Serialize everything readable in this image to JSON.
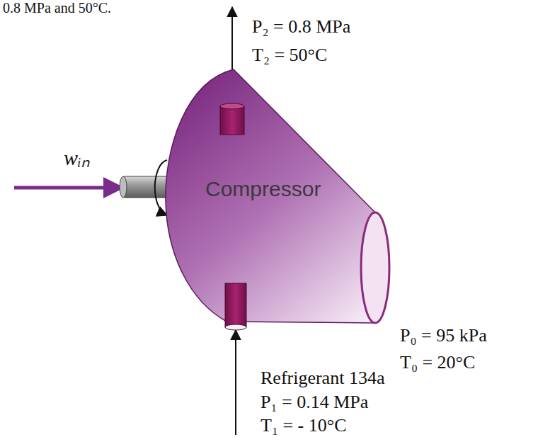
{
  "diagram": {
    "nodes": [
      {
        "text": [
          "Compressor"
        ]
      }
    ],
    "labels": [
      "0.8 MPa and 50°C.",
      "wᵢₙ",
      "P₂ = 0.8 MPa",
      "T₂ = 50°C",
      "P₀ = 95 kPa",
      "T₀ = 20°C",
      "Refrigerant 134a",
      "P₁ = 0.14 MPa",
      "T₁ = - 10°C"
    ]
  }
}
